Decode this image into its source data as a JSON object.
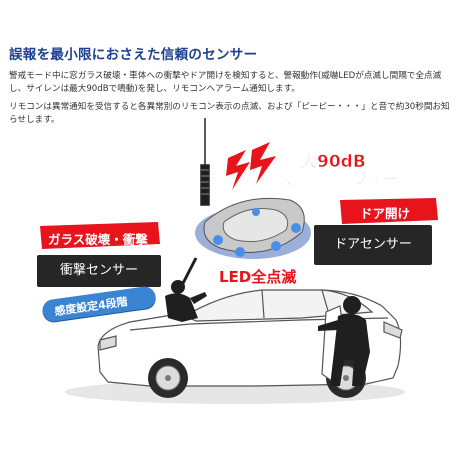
{
  "heading": "誤報を最小限におさえた信頼のセンサー",
  "paragraph_1": "警戒モード中に窓ガラス破壊・車体への衝撃やドア開けを検知すると、警報動作(威嚇LEDが点滅し間隔で全点滅し、サイレンは最大90dBで鳴動)を発し、リモコンへアラーム通知します。",
  "paragraph_2": "リモコンは異常通知を受信すると各異常別のリモコン表示の点滅、および「ピーピー・・・」と音で約30秒間お知らせします。",
  "callouts": {
    "buzzer_line1": "最大90dB",
    "buzzer_line2": "大音量警報ブザー",
    "led": "LED全点滅",
    "glass": "ガラス破壊・衝撃",
    "shock_sensor": "衝撃センサー",
    "sensitivity": "感度設定4段階",
    "door_open": "ドア開け",
    "door_sensor": "ドアセンサー"
  },
  "colors": {
    "accent_red": "#e8141b",
    "heading_blue": "#1c3f8f",
    "pill_blue": "#3b84d4",
    "box_black": "#262626"
  }
}
